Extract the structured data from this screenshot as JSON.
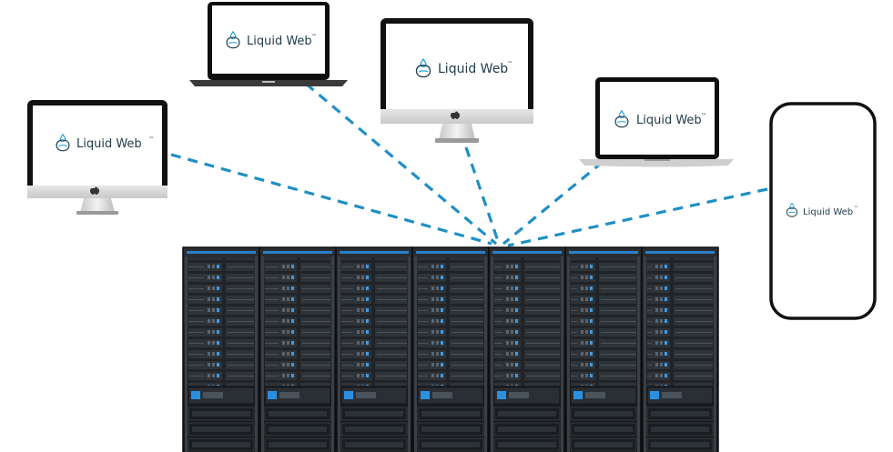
{
  "brand": {
    "name": "Liquid Web",
    "trademark": "™"
  },
  "devices": [
    {
      "id": "imac-left",
      "type": "desktop",
      "screen_text": "Liquid Web"
    },
    {
      "id": "laptop-dell",
      "type": "laptop",
      "screen_text": "Liquid Web"
    },
    {
      "id": "imac-center",
      "type": "desktop",
      "screen_text": "Liquid Web"
    },
    {
      "id": "macbook-right",
      "type": "laptop",
      "screen_text": "Liquid Web"
    },
    {
      "id": "phone-right",
      "type": "phone",
      "screen_text": "Liquid Web"
    }
  ],
  "server_rack": {
    "cabinets": 7
  },
  "colors": {
    "connector": "#1f8fc4",
    "logo_outline": "#1aa3d8",
    "text": "#1f3a4a",
    "rack_body": "#1c1f22",
    "rack_led": "#2b8fe0"
  }
}
